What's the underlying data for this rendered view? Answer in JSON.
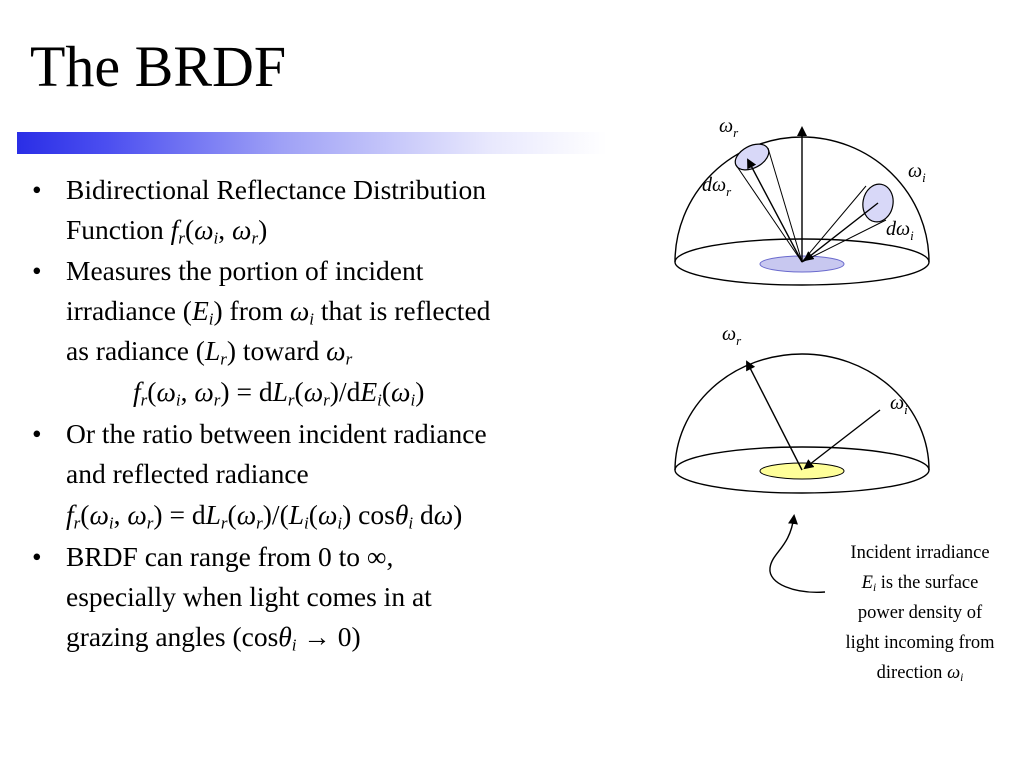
{
  "slide": {
    "title": "The BRDF"
  },
  "bullets": {
    "b1_l1": "Bidirectional Reflectance Distribution",
    "b1_l2_text": "Function",
    "b2_l1": "Measures the portion of incident",
    "b2_l2_a": "irradiance (",
    "b2_l2_b": ") from",
    "b2_l2_c": "that is reflected",
    "b2_l3_a": "as radiance (",
    "b2_l3_b": ") toward",
    "b3_l1": "Or the ratio between incident radiance",
    "b3_l2": "and reflected radiance",
    "b4_l1": "BRDF can range from 0 to  ∞,",
    "b4_l2": "especially when light comes in at",
    "b4_l3": "grazing angles (cos"
  },
  "math": {
    "f": "f",
    "r": "r",
    "i": "i",
    "omega": "ω",
    "theta": "θ",
    "E": "E",
    "L": "L",
    "d": "d",
    "cos": "cos",
    "arrow_zero": "→ 0)"
  },
  "diagram": {
    "top_label_omega_r": "ω",
    "top_label_d_omega_r": "dω",
    "top_label_omega_i": "ω",
    "top_label_d_omega_i": "dω",
    "sub_r": "r",
    "sub_i": "i",
    "small_ellipse_color": "#d8d8f8",
    "base_ellipse_color_top": "#c8c8f0",
    "base_ellipse_color_bottom": "#ffff99"
  },
  "caption": {
    "line1": "Incident irradiance",
    "line2_E": "E",
    "line2_sub": "i",
    "line2_rest": " is the surface",
    "line3": "power density of",
    "line4": "light incoming from",
    "line5": "direction ",
    "line5_omega": "ω",
    "line5_sub": "i"
  }
}
